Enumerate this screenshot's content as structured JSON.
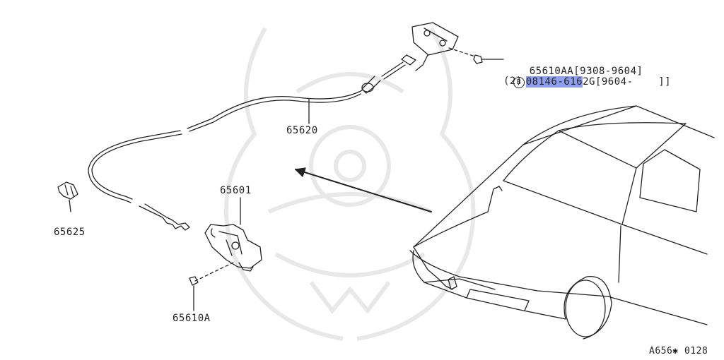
{
  "parts": {
    "p65610aa": {
      "number": "65610AA",
      "range": "[9308-9604]"
    },
    "p08146": {
      "prefix_symbol": "B",
      "number_highlighted": "08146-616",
      "number_rest": "2G",
      "range": "[9604-    ]",
      "qty": "(2)"
    },
    "p65620": {
      "number": "65620"
    },
    "p65625": {
      "number": "65625"
    },
    "p65601": {
      "number": "65601"
    },
    "p65610a": {
      "number": "65610A"
    }
  },
  "diagram_code": "A656✱ 0128",
  "colors": {
    "highlight": "#8f9ff0",
    "line": "#222222",
    "watermark": "#e6e6e6"
  }
}
